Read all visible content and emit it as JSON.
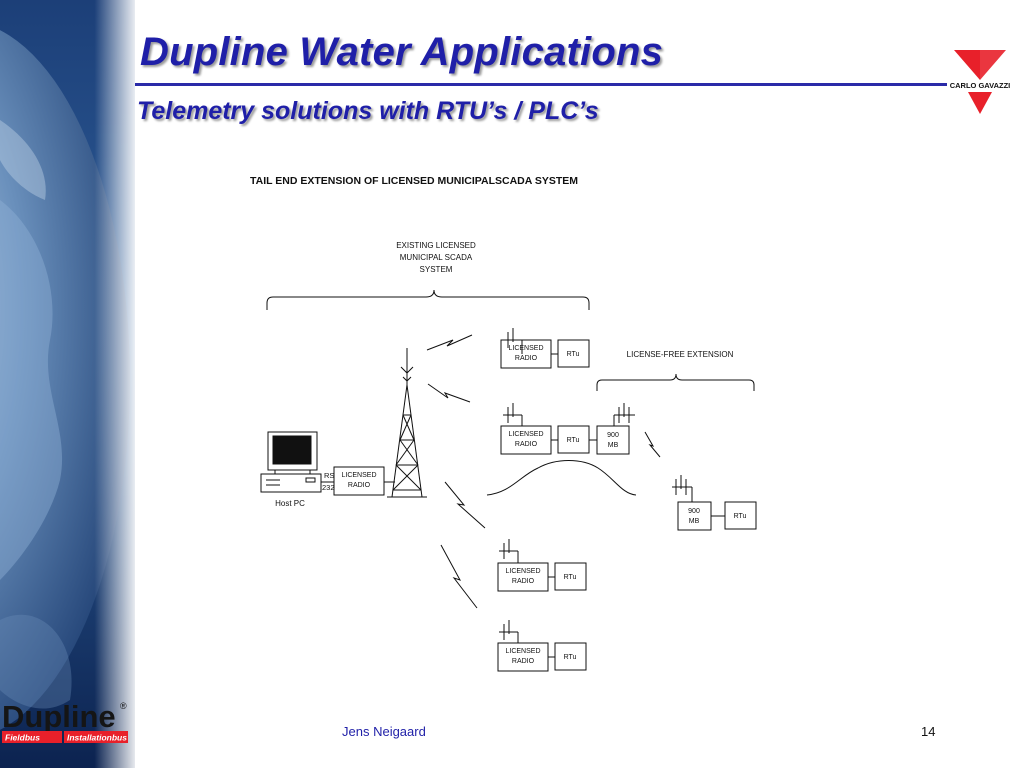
{
  "slide": {
    "title": "Dupline Water Applications",
    "subtitle": "Telemetry solutions with RTU’s / PLC’s",
    "author": "Jens Neigaard",
    "page_number": "14"
  },
  "brand": {
    "name": "CARLO GAVAZZI",
    "color": "#e8202a"
  },
  "product_logo": {
    "name": "Dupline",
    "registered_mark": "®",
    "tag_left": "Fieldbus",
    "tag_right": "Installationbus",
    "color": "#e8202a"
  },
  "diagram": {
    "title": "TAIL END EXTENSION OF LICENSED MUNICIPALSCADA SYSTEM",
    "existing_label": [
      "EXISTING LICENSED",
      "MUNICIPAL SCADA",
      "SYSTEM"
    ],
    "extension_label": "LICENSE-FREE EXTENSION",
    "host_pc_label": "Host PC",
    "rs232_label": [
      "RS",
      "232"
    ],
    "host_radio_label": [
      "LICENSED",
      "RADIO"
    ],
    "licensed_radio_label": [
      "LICENSED",
      "RADIO"
    ],
    "rtu_label": "RTu",
    "radio_900_label": [
      "900",
      "MB"
    ]
  },
  "colors": {
    "title_blue": "#1f1fa8",
    "line": "#111111"
  }
}
